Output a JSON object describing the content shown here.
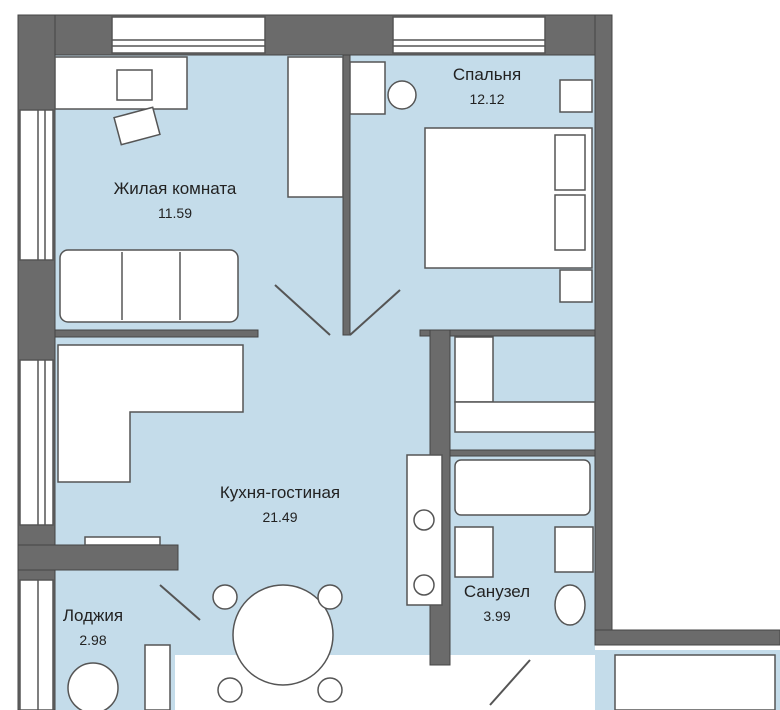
{
  "colors": {
    "wall": "#6b6b6b",
    "floor": "#c4dcea",
    "furniture": "#ffffff",
    "line": "#555555"
  },
  "rooms": [
    {
      "name": "Спальня",
      "area": "12.12"
    },
    {
      "name": "Жилая комната",
      "area": "11.59"
    },
    {
      "name": "Кухня-гостиная",
      "area": "21.49"
    },
    {
      "name": "Лоджия",
      "area": "2.98"
    },
    {
      "name": "Санузел",
      "area": "3.99"
    }
  ]
}
